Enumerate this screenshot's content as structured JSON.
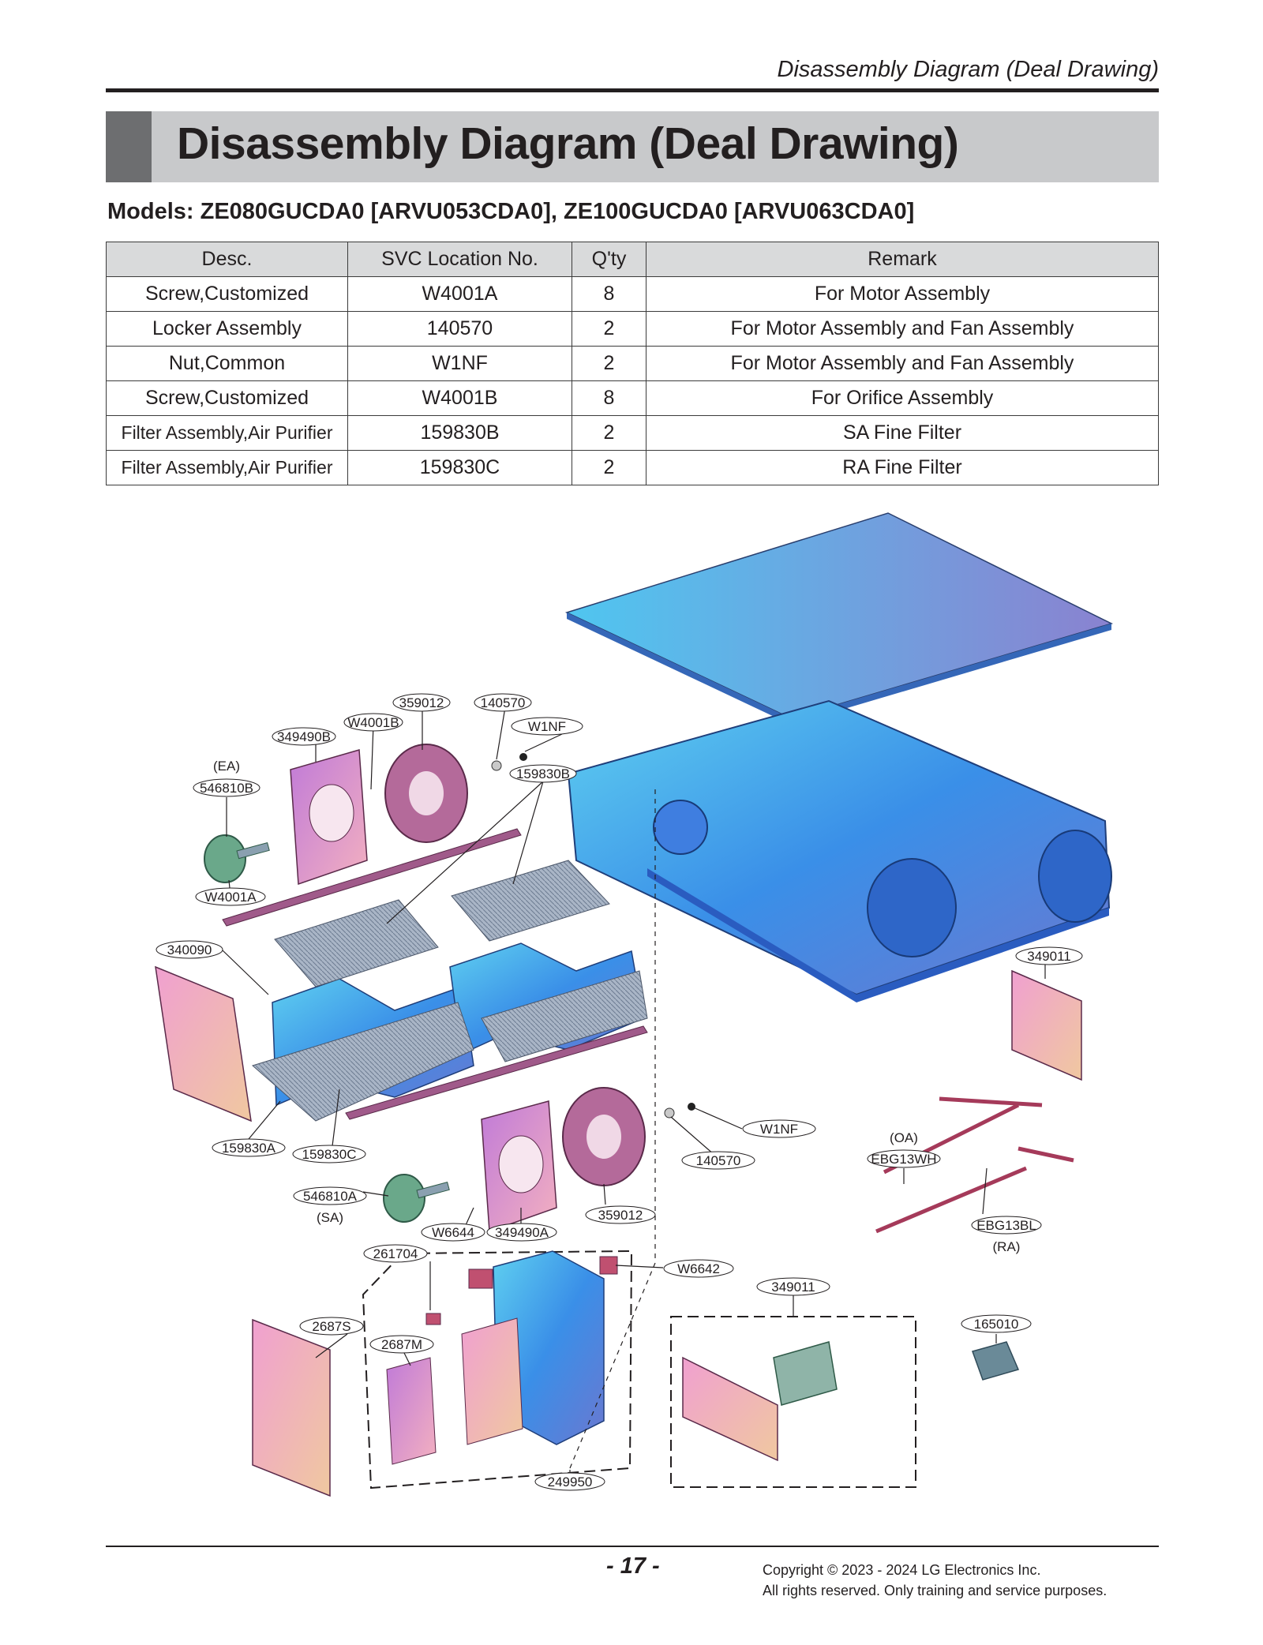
{
  "header": {
    "running_title": "Disassembly Diagram (Deal Drawing)"
  },
  "title": "Disassembly Diagram (Deal Drawing)",
  "models": "Models: ZE080GUCDA0 [ARVU053CDA0], ZE100GUCDA0 [ARVU063CDA0]",
  "table": {
    "headers": [
      "Desc.",
      "SVC Location No.",
      "Q'ty",
      "Remark"
    ],
    "rows": [
      [
        "Screw,Customized",
        "W4001A",
        "8",
        "For Motor Assembly"
      ],
      [
        "Locker Assembly",
        "140570",
        "2",
        "For Motor Assembly and Fan Assembly"
      ],
      [
        "Nut,Common",
        "W1NF",
        "2",
        "For Motor Assembly and Fan Assembly"
      ],
      [
        "Screw,Customized",
        "W4001B",
        "8",
        "For Orifice Assembly"
      ],
      [
        "Filter Assembly,Air Purifier",
        "159830B",
        "2",
        "SA Fine Filter"
      ],
      [
        "Filter Assembly,Air Purifier",
        "159830C",
        "2",
        "RA Fine Filter"
      ]
    ]
  },
  "diagram": {
    "callouts": {
      "c359012_top": "359012",
      "c140570_top": "140570",
      "cW4001B": "W4001B",
      "c349490B": "349490B",
      "cW1NF_top": "W1NF",
      "c159830B": "159830B",
      "cEA": "(EA)",
      "c546810B": "546810B",
      "cW4001A": "W4001A",
      "c340090": "340090",
      "c349011_right": "349011",
      "c159830A": "159830A",
      "c159830C": "159830C",
      "cW1NF_bottom": "W1NF",
      "c140570_bottom": "140570",
      "cOA": "(OA)",
      "cEBG13WH": "EBG13WH",
      "c546810A": "546810A",
      "cSA": "(SA)",
      "cW6644": "W6644",
      "c349490A": "349490A",
      "c359012_bottom": "359012",
      "c261704": "261704",
      "cW6642": "W6642",
      "c349011_bottom": "349011",
      "cEBG13BL": "EBG13BL",
      "cRA": "(RA)",
      "c2687S": "2687S",
      "c2687M": "2687M",
      "c165010": "165010",
      "c249950": "249950"
    }
  },
  "footer": {
    "page_number": "- 17 -",
    "copyright_line1": "Copyright © 2023 - 2024 LG Electronics Inc.",
    "copyright_line2": "All rights reserved. Only training and service purposes."
  },
  "colors": {
    "title_band": "#c8c9cb",
    "title_tab": "#6d6e70",
    "table_header": "#d9dadb",
    "part_blue": "#3f8fe8",
    "part_pink": "#e7a0c8"
  }
}
